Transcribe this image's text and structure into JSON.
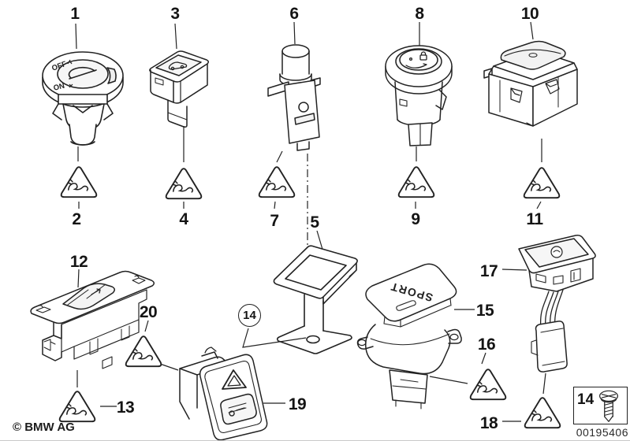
{
  "meta": {
    "copyright": "© BMW AG",
    "image_number": "00195406",
    "background_color": "#ffffff",
    "line_color": "#222222"
  },
  "callouts": {
    "1": "1",
    "2": "2",
    "3": "3",
    "4": "4",
    "5": "5",
    "6": "6",
    "7": "7",
    "8": "8",
    "9": "9",
    "10": "10",
    "11": "11",
    "12": "12",
    "13": "13",
    "15": "15",
    "16": "16",
    "17": "17",
    "18": "18",
    "19": "19",
    "20": "20",
    "circled14": "14",
    "legend14": "14"
  },
  "part_texts": {
    "rotary_switch_off": "OFF",
    "rotary_switch_on": "ON",
    "sport_button": "SPORT"
  },
  "icons": {
    "warning_triangle": "electrical-cable-warning-triangle",
    "legend_screw": "screw"
  }
}
